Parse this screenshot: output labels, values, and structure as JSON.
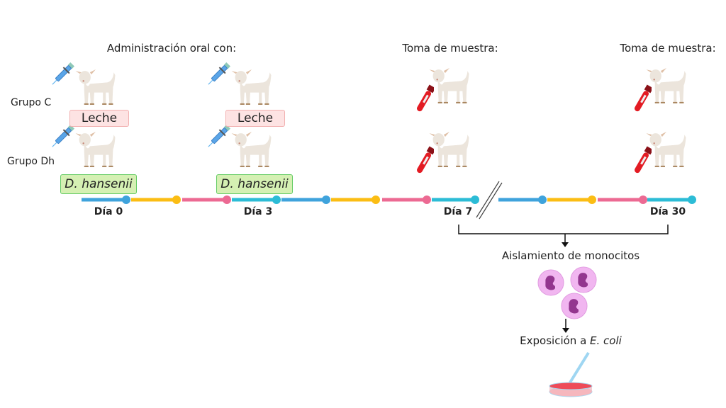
{
  "headers": {
    "admin": "Administración oral con:",
    "sample1": "Toma de muestra:",
    "sample2": "Toma de muestra:"
  },
  "groups": {
    "c": "Grupo C",
    "dh": "Grupo Dh"
  },
  "treatments": {
    "leche": "Leche",
    "dh": "D. hansenii"
  },
  "days": [
    "Día 0",
    "Día 3",
    "Día 7",
    "Día 30"
  ],
  "steps": {
    "isolation": "Aislamiento de monocitos",
    "exposure_prefix": "Exposición a ",
    "exposure_organism": "E. coli"
  },
  "colors": {
    "blue": "#3fa3dc",
    "yellow": "#fbbd14",
    "pink": "#ec6a93",
    "teal": "#2cbcd6"
  }
}
